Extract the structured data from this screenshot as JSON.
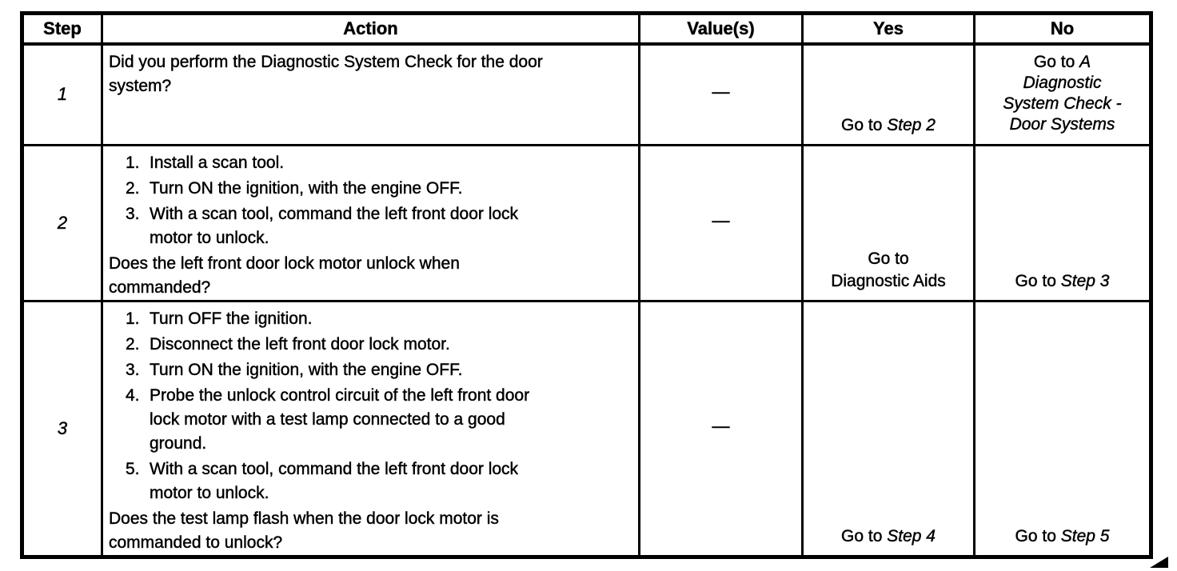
{
  "table": {
    "columns": [
      "Step",
      "Action",
      "Value(s)",
      "Yes",
      "No"
    ],
    "rows": [
      {
        "step": "1",
        "action": {
          "question_lines": [
            "Did you perform the Diagnostic System Check for the door",
            "system?"
          ]
        },
        "value": "—",
        "yes": {
          "lines": [
            {
              "pre": "Go to ",
              "it": "Step 2"
            }
          ]
        },
        "no": {
          "lines": [
            {
              "pre": "Go to ",
              "it": "A"
            },
            {
              "pre": "",
              "it": "Diagnostic"
            },
            {
              "pre": "",
              "it": "System Check -"
            },
            {
              "pre": "",
              "it": "Door Systems"
            }
          ]
        }
      },
      {
        "step": "2",
        "action": {
          "items": [
            {
              "num": "1.",
              "lines": [
                "Install a scan tool."
              ]
            },
            {
              "num": "2.",
              "lines": [
                "Turn ON the ignition, with the engine OFF."
              ]
            },
            {
              "num": "3.",
              "lines": [
                "With a scan tool, command the left front door lock",
                "motor to unlock."
              ]
            }
          ],
          "question_lines": [
            "Does the left front door lock motor unlock when",
            "commanded?"
          ]
        },
        "value": "—",
        "yes": {
          "lines": [
            {
              "pre": "Go to",
              "it": ""
            },
            {
              "pre": "Diagnostic Aids",
              "it": ""
            }
          ]
        },
        "no": {
          "lines": [
            {
              "pre": "Go to ",
              "it": "Step 3"
            }
          ]
        }
      },
      {
        "step": "3",
        "action": {
          "items": [
            {
              "num": "1.",
              "lines": [
                "Turn OFF the ignition."
              ]
            },
            {
              "num": "2.",
              "lines": [
                "Disconnect the left front door lock motor."
              ]
            },
            {
              "num": "3.",
              "lines": [
                "Turn ON the ignition, with the engine OFF."
              ]
            },
            {
              "num": "4.",
              "lines": [
                "Probe the unlock control circuit of the left front door",
                "lock motor with a test lamp connected to a good",
                "ground."
              ]
            },
            {
              "num": "5.",
              "lines": [
                "With a scan tool, command the left front door lock",
                "motor to unlock."
              ]
            }
          ],
          "question_lines": [
            "Does the test lamp flash when the door lock motor is",
            "commanded to unlock?"
          ]
        },
        "value": "—",
        "yes": {
          "lines": [
            {
              "pre": "Go to ",
              "it": "Step 4"
            }
          ]
        },
        "no": {
          "lines": [
            {
              "pre": "Go to ",
              "it": "Step 5"
            }
          ]
        }
      }
    ]
  }
}
